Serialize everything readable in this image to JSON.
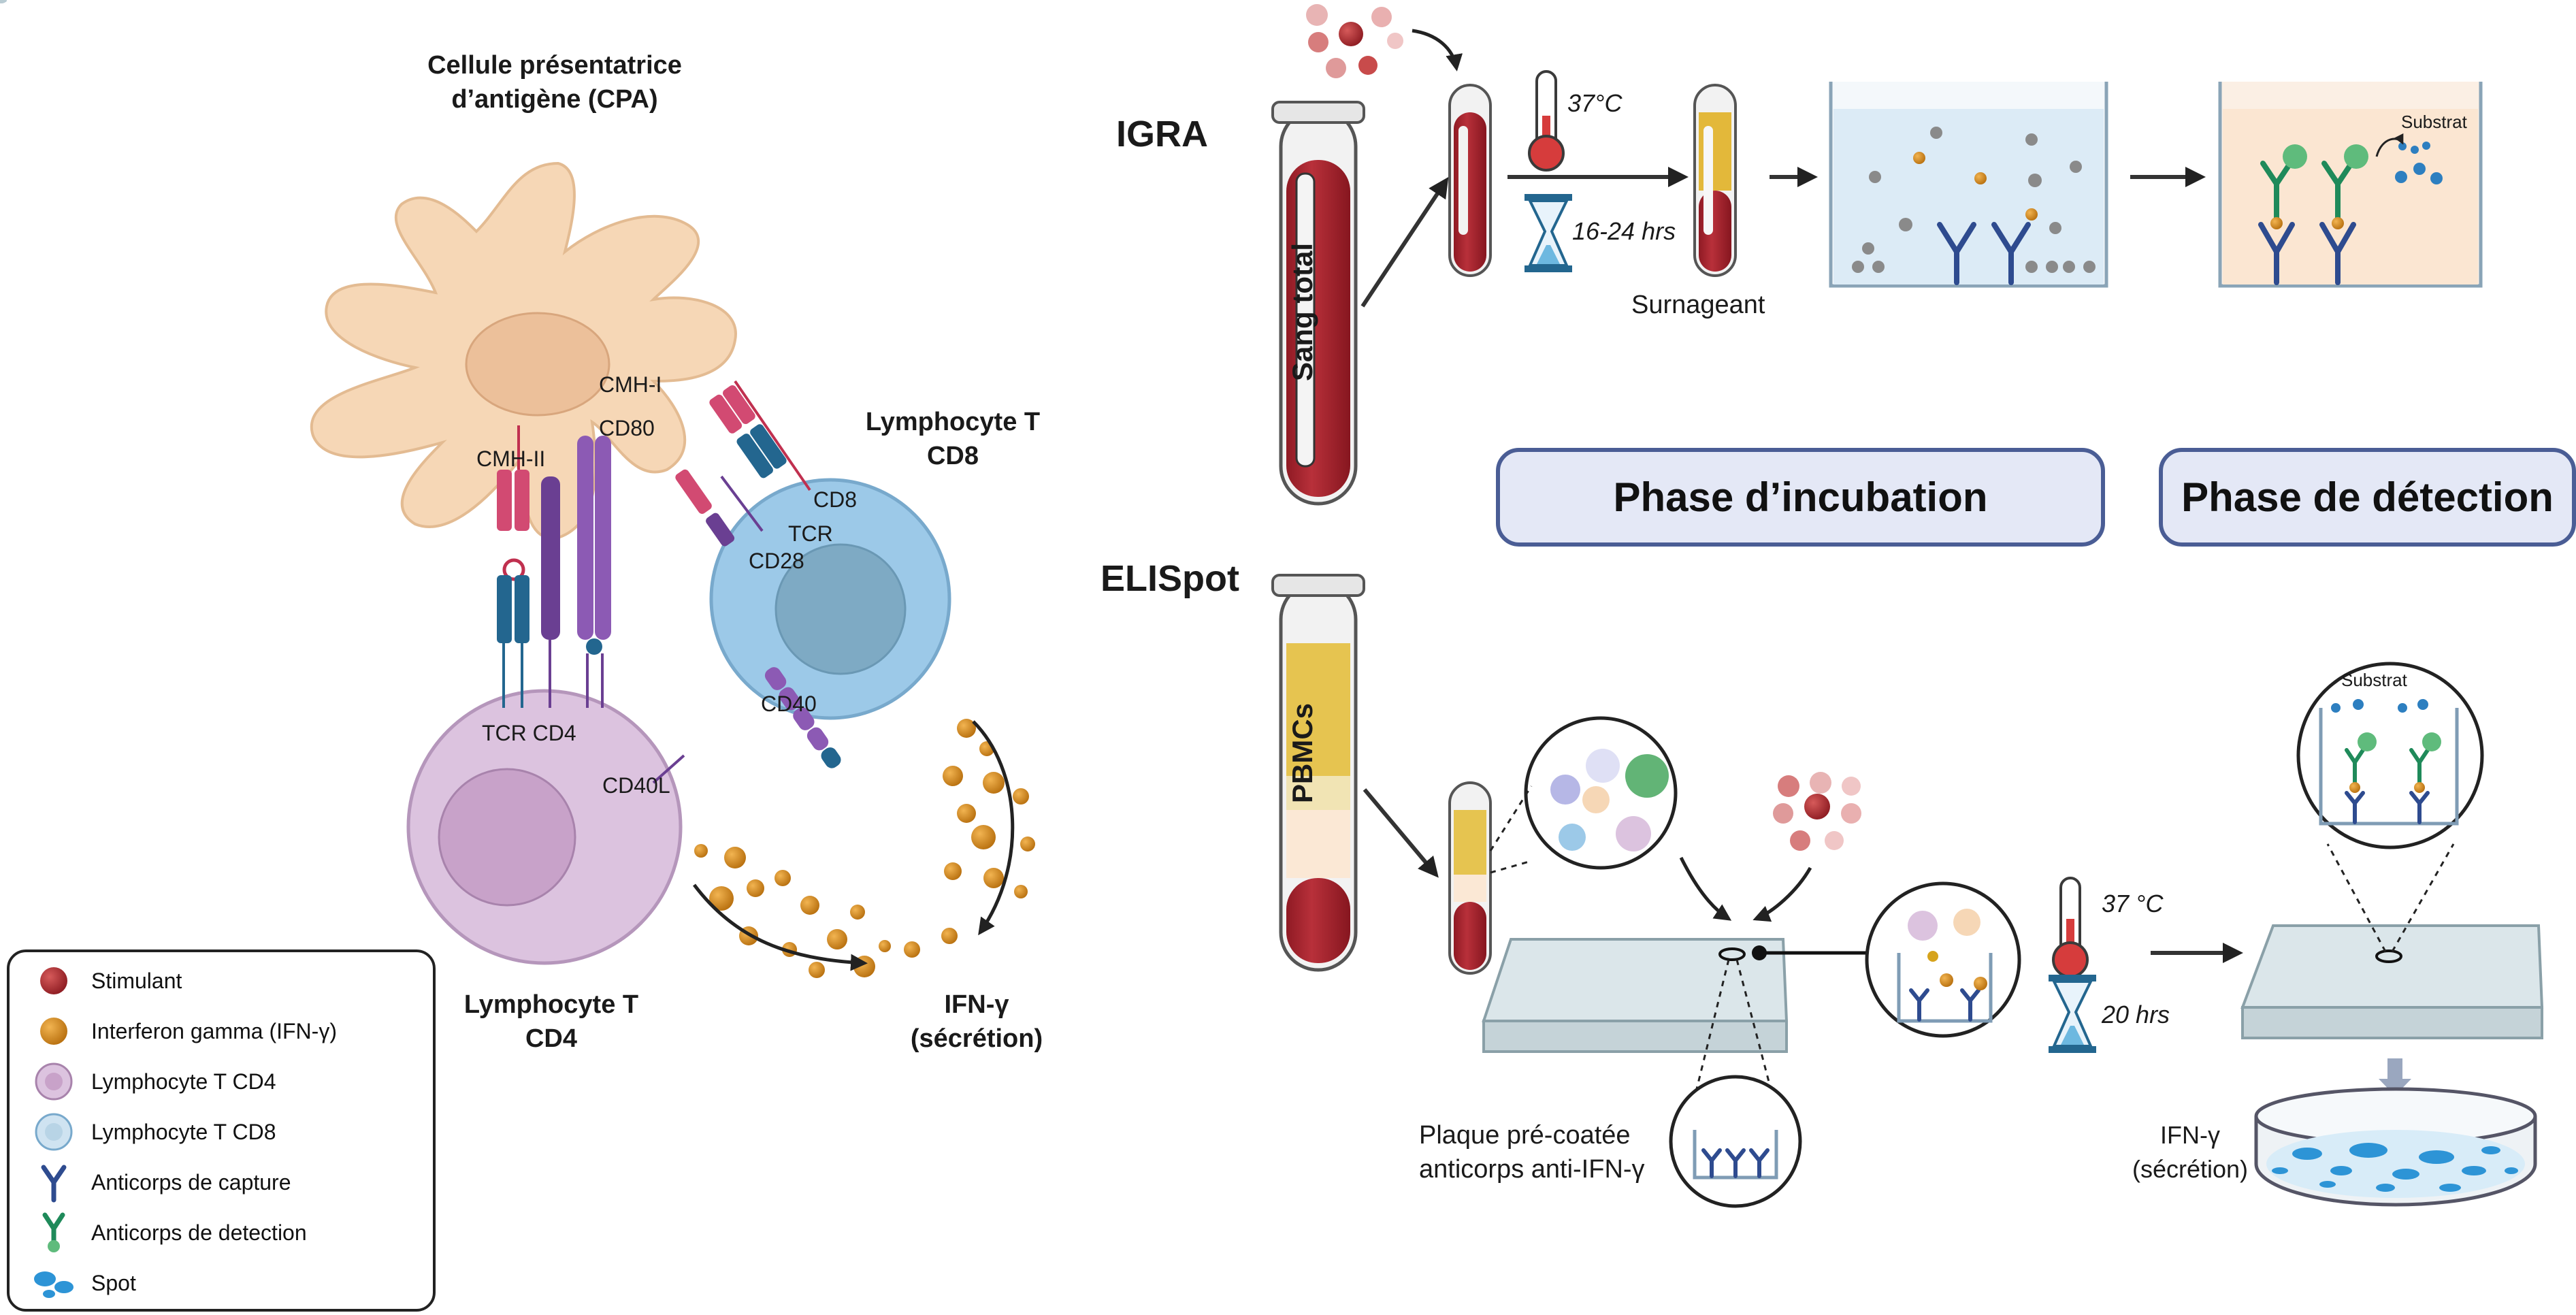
{
  "left": {
    "cpa_title_l1": "Cellule présentatrice",
    "cpa_title_l2": "d’antigène (CPA)",
    "cd8_title_l1": "Lymphocyte T",
    "cd8_title_l2": "CD8",
    "cd4_title_l1": "Lymphocyte T",
    "cd4_title_l2": "CD4",
    "ifn_l1": "IFN-γ",
    "ifn_l2": "(sécrétion)",
    "labels": {
      "cmh1": "CMH-I",
      "cmh2": "CMH-II",
      "cd80": "CD80",
      "cd8": "CD8",
      "tcr_right": "TCR",
      "cd28": "CD28",
      "cd40": "CD40",
      "cd40l": "CD40L",
      "tcr_cd4": "TCR CD4"
    }
  },
  "legend": {
    "items": [
      {
        "label": "Stimulant",
        "icon": "stimulant-icon"
      },
      {
        "label": "Interferon gamma (IFN-γ)",
        "icon": "ifn-gamma-icon"
      },
      {
        "label": "Lymphocyte T CD4",
        "icon": "cd4-cell-icon"
      },
      {
        "label": "Lymphocyte T CD8",
        "icon": "cd8-cell-icon"
      },
      {
        "label": "Anticorps de capture",
        "icon": "capture-antibody-icon"
      },
      {
        "label": "Anticorps de detection",
        "icon": "detection-antibody-icon"
      },
      {
        "label": "Spot",
        "icon": "spot-icon"
      }
    ]
  },
  "igra": {
    "title": "IGRA",
    "tube_label": "Sang total",
    "temp": "37°C",
    "time": "16-24 hrs",
    "surnageant": "Surnageant",
    "substrat": "Substrat"
  },
  "phases": {
    "incubation": "Phase d’incubation",
    "detection": "Phase de détection"
  },
  "elispot": {
    "title": "ELISpot",
    "tube_label": "PBMCs",
    "temp": "37 °C",
    "time": "20 hrs",
    "plate_l1": "Plaque pré-coatée",
    "plate_l2": "anticorps anti-IFN-γ",
    "ifn_l1": "IFN-γ",
    "ifn_l2": "(sécrétion)",
    "substrat": "Substrat"
  },
  "colors": {
    "cpa": "#f6d7b6",
    "cd8": "#9cc9e8",
    "cd4": "#dcc3df",
    "ifn": "#d48a1c",
    "blood": "#a8222d",
    "phase_border": "#4a5d95",
    "phase_fill": "#e4e8f6"
  }
}
